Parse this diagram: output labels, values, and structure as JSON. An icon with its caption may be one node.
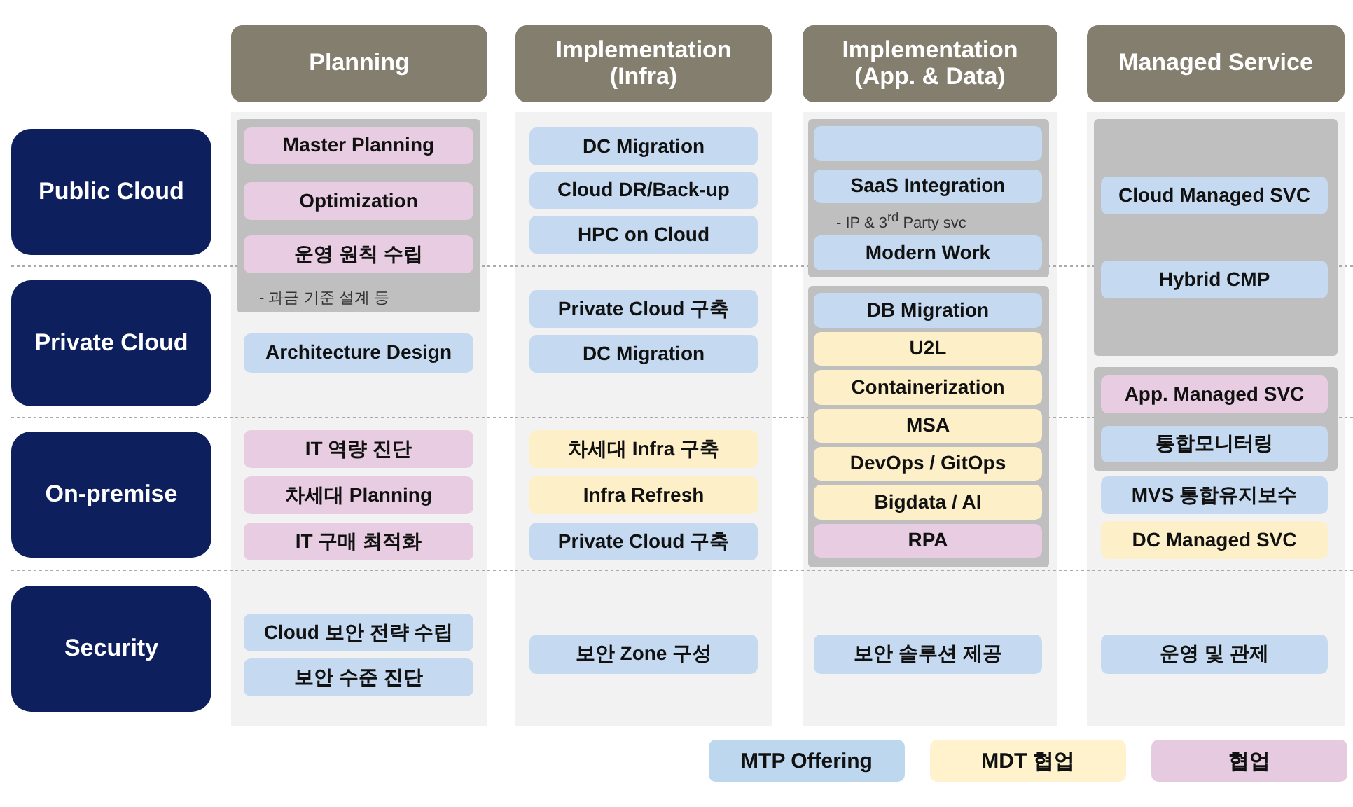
{
  "diagram": {
    "nodes": [
      {
        "text": [
          "Planning"
        ]
      },
      {
        "text": [
          "Implementation (Infra)"
        ]
      },
      {
        "text": [
          "Implementation (App. & Data)"
        ]
      },
      {
        "text": [
          "Managed Service"
        ]
      },
      {
        "text": [
          "Public Cloud"
        ]
      },
      {
        "text": [
          "Private Cloud"
        ]
      },
      {
        "text": [
          "On-premise"
        ]
      },
      {
        "text": [
          "Security"
        ]
      },
      {
        "text": [
          "- 과금 기준 설계 등"
        ]
      },
      {
        "text": [
          "Master Planning"
        ],
        "in": 8
      },
      {
        "text": [
          "Optimization"
        ],
        "in": 8
      },
      {
        "text": [
          "운영 원칙 수립"
        ],
        "in": 8
      },
      {
        "text": [
          "Architecture Design"
        ]
      },
      {
        "text": [
          "IT 역량 진단"
        ]
      },
      {
        "text": [
          "차세대 Planning"
        ]
      },
      {
        "text": [
          "IT 구매 최적화"
        ]
      },
      {
        "text": [
          "Cloud 보안 전략 수립"
        ]
      },
      {
        "text": [
          "보안 수준 진단"
        ]
      },
      {
        "text": [
          "DC Migration"
        ]
      },
      {
        "text": [
          "Cloud DR/Back-up"
        ]
      },
      {
        "text": [
          "HPC on Cloud"
        ]
      },
      {
        "text": [
          "Private Cloud 구축"
        ]
      },
      {
        "text": [
          "DC Migration"
        ]
      },
      {
        "text": [
          "차세대 Infra 구축"
        ]
      },
      {
        "text": [
          "Infra Refresh"
        ]
      },
      {
        "text": [
          "Private Cloud 구축"
        ]
      },
      {
        "text": [
          "보안 Zone 구성"
        ]
      },
      {
        "text": [
          "- IP & 3$^{rd}$ Party svc"
        ]
      },
      {
        "text": [],
        "shape": "box",
        "in": 27
      },
      {
        "text": [
          "SaaS Integration"
        ],
        "in": 27
      },
      {
        "text": [
          "Modern Work"
        ],
        "in": 27
      },
      {
        "text": [],
        "shape": "box"
      },
      {
        "text": [
          "DB Migration"
        ],
        "in": 31
      },
      {
        "text": [
          "U2L"
        ],
        "in": 31
      },
      {
        "text": [
          "Containerization"
        ],
        "in": 31
      },
      {
        "text": [
          "MSA"
        ],
        "in": 31
      },
      {
        "text": [
          "DevOps / GitOps"
        ],
        "in": 31
      },
      {
        "text": [
          "Bigdata / AI"
        ],
        "in": 31
      },
      {
        "text": [
          "RPA"
        ],
        "in": 31
      },
      {
        "text": [
          "보안 솔루션 제공"
        ]
      },
      {
        "text": [],
        "shape": "box"
      },
      {
        "text": [
          "Cloud Managed SVC"
        ],
        "in": 40
      },
      {
        "text": [
          "Hybrid CMP"
        ],
        "in": 40
      },
      {
        "text": [],
        "shape": "box"
      },
      {
        "text": [
          "App. Managed SVC"
        ],
        "in": 43
      },
      {
        "text": [
          "통합모니터링"
        ],
        "in": 43
      },
      {
        "text": [
          "MVS 통합유지보수"
        ]
      },
      {
        "text": [
          "DC Managed SVC"
        ]
      },
      {
        "text": [
          "운영 및 관제"
        ]
      }
    ],
    "legend": [
      {
        "text": "MTP Offering",
        "color": "#bdd7ee"
      },
      {
        "text": "MDT 협업",
        "color": "#fff2cc"
      },
      {
        "text": "협업",
        "color": "#e6cbe0"
      }
    ]
  }
}
